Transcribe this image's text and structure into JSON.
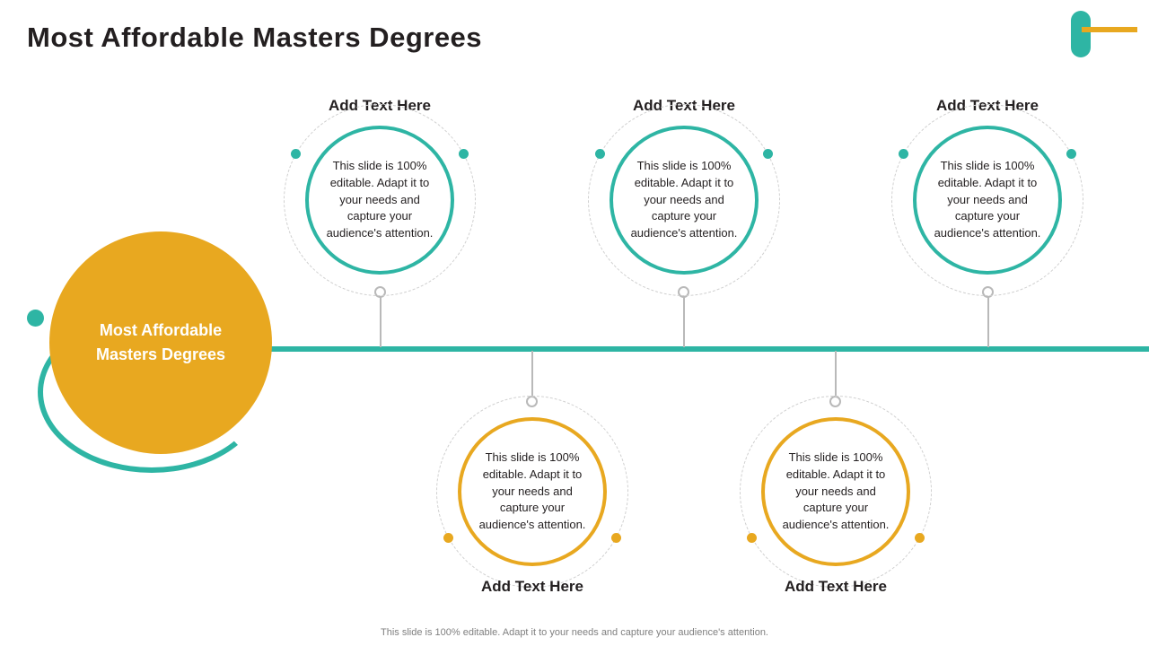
{
  "slide": {
    "title": "Most Affordable Masters Degrees",
    "footer_note": "This slide is 100% editable. Adapt it to your needs and capture your audience's attention.",
    "hero": {
      "label_line1": "Most Affordable",
      "label_line2": "Masters Degrees",
      "color": "#e8a820",
      "ring_color": "#2eb5a4"
    },
    "body_text": "This slide is 100% editable. Adapt it to your needs and capture your audience's attention.",
    "nodes": [
      {
        "heading": "Add Text Here",
        "text": "This slide is 100% editable. Adapt it to your needs and capture your audience's attention.",
        "color": "#2eb5a4",
        "position": "top"
      },
      {
        "heading": "Add Text Here",
        "text": "This slide is 100% editable. Adapt it to your needs and capture your audience's attention.",
        "color": "#2eb5a4",
        "position": "top"
      },
      {
        "heading": "Add Text Here",
        "text": "This slide is 100% editable. Adapt it to your needs and capture your audience's attention.",
        "color": "#2eb5a4",
        "position": "top"
      },
      {
        "heading": "Add Text Here",
        "text": "This slide is 100% editable. Adapt it to your needs and capture your audience's attention.",
        "color": "#e8a820",
        "position": "bottom"
      },
      {
        "heading": "Add Text Here",
        "text": "This slide is 100% editable. Adapt it to your needs and capture your audience's attention.",
        "color": "#e8a820",
        "position": "bottom"
      }
    ],
    "decoration": {
      "pill_color": "#2eb5a4",
      "bar_color": "#e8a820"
    }
  }
}
